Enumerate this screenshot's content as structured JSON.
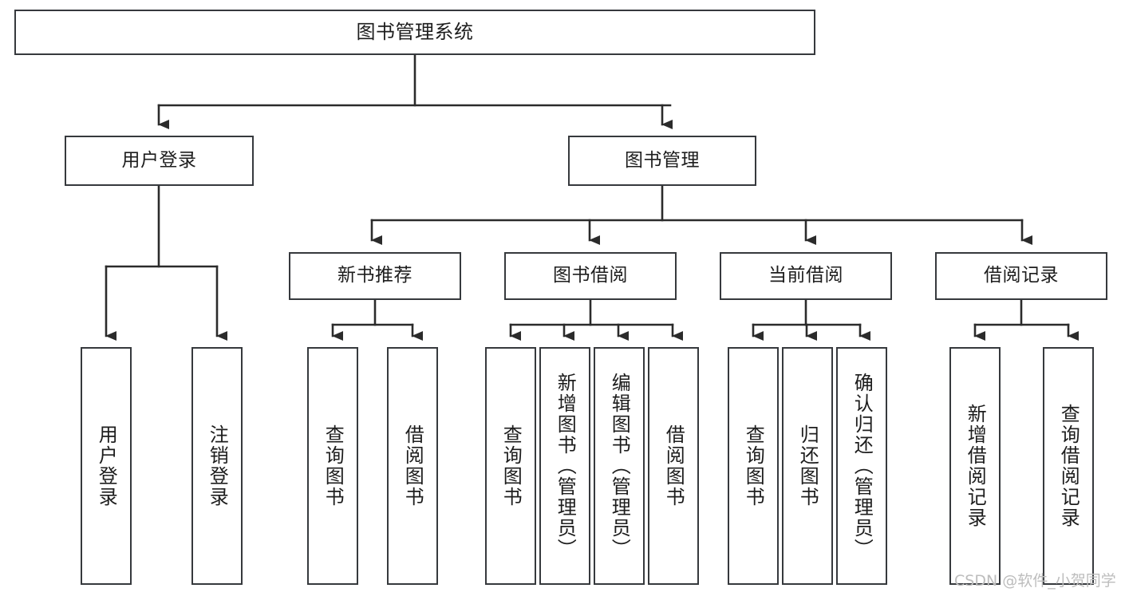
{
  "diagram": {
    "title": "图书管理系统",
    "type": "tree",
    "colors": {
      "box_border": "#36393d",
      "box_fill": "#ffffff",
      "edge": "#2b2b2b",
      "text": "#1d1d1d",
      "watermark": "#bdbdbd",
      "background": "#ffffff"
    },
    "nodes": {
      "root": {
        "label": "图书管理系统"
      },
      "level2": [
        {
          "id": "user-login",
          "label": "用户登录"
        },
        {
          "id": "book-manage",
          "label": "图书管理"
        }
      ],
      "level3": [
        {
          "id": "new-book-recommend",
          "label": "新书推荐"
        },
        {
          "id": "book-borrow",
          "label": "图书借阅"
        },
        {
          "id": "current-borrow",
          "label": "当前借阅"
        },
        {
          "id": "borrow-record",
          "label": "借阅记录"
        }
      ],
      "leaves": {
        "user_login": [
          {
            "id": "leaf-user-login",
            "label": "用户登录"
          },
          {
            "id": "leaf-logout-login",
            "label": "注销登录"
          }
        ],
        "new_book_recommend": [
          {
            "id": "leaf-query-book-1",
            "label": "查询图书"
          },
          {
            "id": "leaf-borrow-book-1",
            "label": "借阅图书"
          }
        ],
        "book_borrow": [
          {
            "id": "leaf-query-book-2",
            "label": "查询图书"
          },
          {
            "id": "leaf-add-book",
            "label": "新增图书（管理员）"
          },
          {
            "id": "leaf-edit-book",
            "label": "编辑图书（管理员）"
          },
          {
            "id": "leaf-borrow-book-2",
            "label": "借阅图书"
          }
        ],
        "current_borrow": [
          {
            "id": "leaf-query-book-3",
            "label": "查询图书"
          },
          {
            "id": "leaf-return-book",
            "label": "归还图书"
          },
          {
            "id": "leaf-confirm-return",
            "label": "确认归还（管理员）"
          }
        ],
        "borrow_record": [
          {
            "id": "leaf-add-record",
            "label": "新增借阅记录"
          },
          {
            "id": "leaf-query-record",
            "label": "查询借阅记录"
          }
        ]
      }
    },
    "watermark": "CSDN @软件_小贺同学"
  }
}
